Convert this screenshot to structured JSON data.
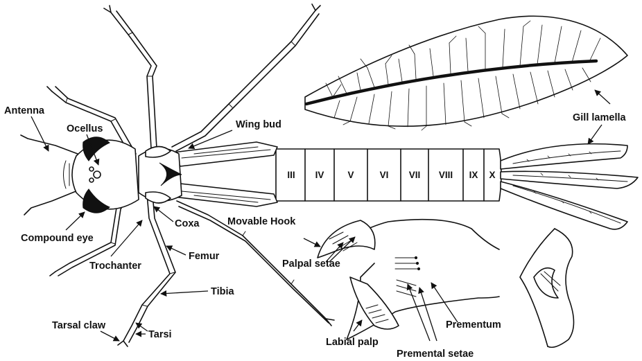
{
  "labels": {
    "antenna": "Antenna",
    "ocellus": "Ocellus",
    "wing_bud": "Wing bud",
    "gill_lamella": "Gill lamella",
    "compound_eye": "Compound eye",
    "coxa": "Coxa",
    "movable_hook": "Movable Hook",
    "palpal_setae": "Palpal setae",
    "trochanter": "Trochanter",
    "femur": "Femur",
    "tibia": "Tibia",
    "tarsal_claw": "Tarsal claw",
    "tarsi": "Tarsi",
    "labial_palp": "Labial palp",
    "prementum": "Prementum",
    "premental_setae": "Premental setae"
  },
  "segments": [
    "III",
    "IV",
    "V",
    "VI",
    "VII",
    "VIII",
    "IX",
    "X"
  ]
}
